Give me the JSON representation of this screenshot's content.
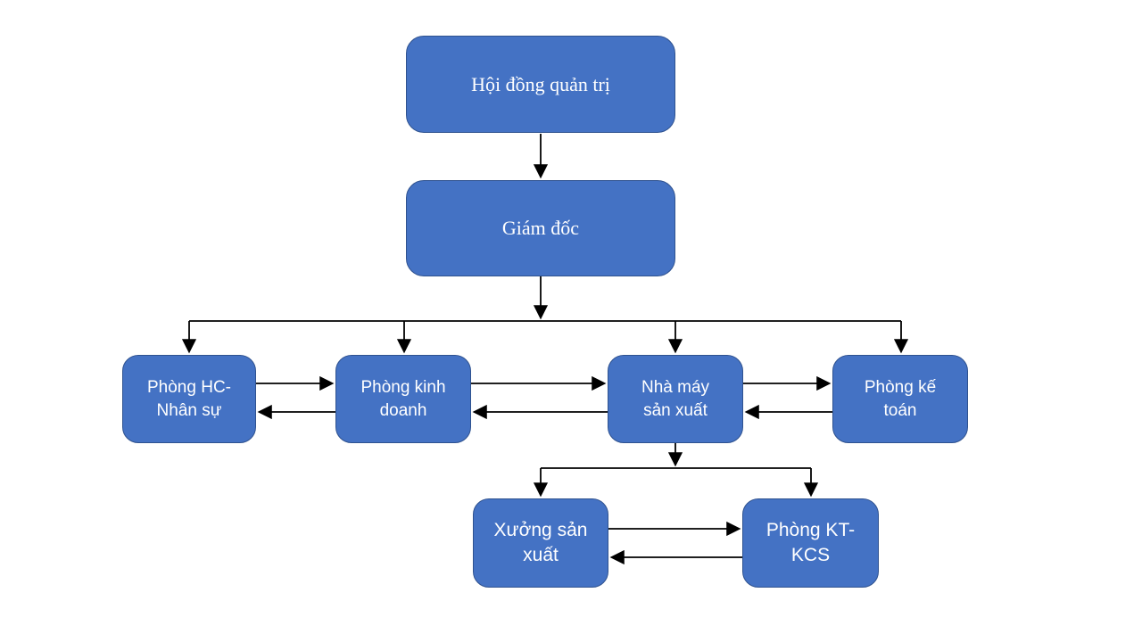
{
  "diagram": {
    "type": "org-chart",
    "language": "vi",
    "colors": {
      "node_fill": "#4472C4",
      "node_border": "#2F528F",
      "node_text": "#FFFFFF",
      "connector": "#000000"
    },
    "nodes": [
      {
        "id": "board",
        "label": "Hội đồng quản trị",
        "level": 1
      },
      {
        "id": "director",
        "label": "Giám đốc",
        "level": 2
      },
      {
        "id": "hr",
        "label": "Phòng HC-\nNhân sự",
        "level": 3
      },
      {
        "id": "business",
        "label": "Phòng kinh\ndoanh",
        "level": 3
      },
      {
        "id": "factory",
        "label": "Nhà máy\nsản xuất",
        "level": 3
      },
      {
        "id": "accounting",
        "label": "Phòng kế\ntoán",
        "level": 3
      },
      {
        "id": "workshop",
        "label": "Xưởng sản\nxuất",
        "level": 4
      },
      {
        "id": "ktkcs",
        "label": "Phòng KT-\nKCS",
        "level": 4
      }
    ],
    "edges": [
      {
        "from": "board",
        "to": "director",
        "type": "arrow"
      },
      {
        "from": "director",
        "to": "hr",
        "type": "arrow"
      },
      {
        "from": "director",
        "to": "business",
        "type": "arrow"
      },
      {
        "from": "director",
        "to": "factory",
        "type": "arrow"
      },
      {
        "from": "director",
        "to": "accounting",
        "type": "arrow"
      },
      {
        "from": "hr",
        "to": "business",
        "type": "bidirectional"
      },
      {
        "from": "business",
        "to": "factory",
        "type": "bidirectional"
      },
      {
        "from": "factory",
        "to": "accounting",
        "type": "bidirectional"
      },
      {
        "from": "factory",
        "to": "workshop",
        "type": "arrow"
      },
      {
        "from": "factory",
        "to": "ktkcs",
        "type": "arrow"
      },
      {
        "from": "workshop",
        "to": "ktkcs",
        "type": "bidirectional"
      }
    ]
  }
}
